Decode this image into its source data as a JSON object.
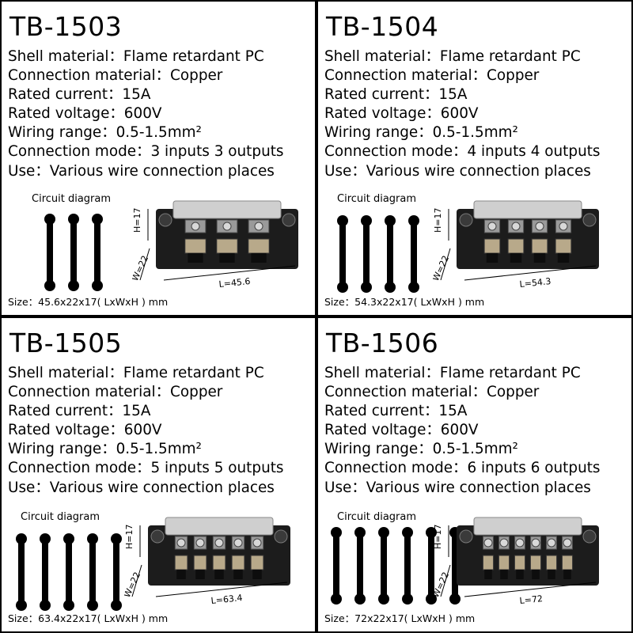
{
  "panels": [
    {
      "model": "TB-1503",
      "specs": [
        "Shell material：Flame retardant PC",
        "Connection material：Copper",
        "Rated current：15A",
        "Rated voltage：600V",
        "Wiring range：0.5-1.5mm²",
        "Connection mode：3 inputs 3 outputs",
        "Use：Various wire connection places"
      ],
      "circuit_label": "Circuit diagram",
      "jumper_count": 3,
      "terminal_count": 3,
      "dim_h": "H=17",
      "dim_w": "W=22",
      "dim_l": "L=45.6",
      "size": "Size：45.6x22x17( LxWxH ) mm"
    },
    {
      "model": "TB-1504",
      "specs": [
        "Shell material：Flame retardant PC",
        "Connection material：Copper",
        "Rated current：15A",
        "Rated voltage：600V",
        "Wiring range：0.5-1.5mm²",
        "Connection mode：4 inputs 4 outputs",
        "Use：Various wire connection places"
      ],
      "circuit_label": "Circuit diagram",
      "jumper_count": 4,
      "terminal_count": 4,
      "dim_h": "H=17",
      "dim_w": "W=22",
      "dim_l": "L=54.3",
      "size": "Size：54.3x22x17( LxWxH ) mm"
    },
    {
      "model": "TB-1505",
      "specs": [
        "Shell material：Flame retardant PC",
        "Connection material：Copper",
        "Rated current：15A",
        "Rated voltage：600V",
        "Wiring range：0.5-1.5mm²",
        "Connection mode：5 inputs 5 outputs",
        "Use：Various wire connection places"
      ],
      "circuit_label": "Circuit diagram",
      "jumper_count": 5,
      "terminal_count": 5,
      "dim_h": "H=17",
      "dim_w": "W=22",
      "dim_l": "L=63.4",
      "size": "Size：63.4x22x17( LxWxH ) mm"
    },
    {
      "model": "TB-1506",
      "specs": [
        "Shell material：Flame retardant PC",
        "Connection material：Copper",
        "Rated current：15A",
        "Rated voltage：600V",
        "Wiring range：0.5-1.5mm²",
        "Connection mode：6 inputs 6 outputs",
        "Use：Various wire connection places"
      ],
      "circuit_label": "Circuit diagram",
      "jumper_count": 6,
      "terminal_count": 6,
      "dim_h": "H=17",
      "dim_w": "W=22",
      "dim_l": "L=72",
      "size": "Size：72x22x17( LxWxH ) mm"
    }
  ]
}
